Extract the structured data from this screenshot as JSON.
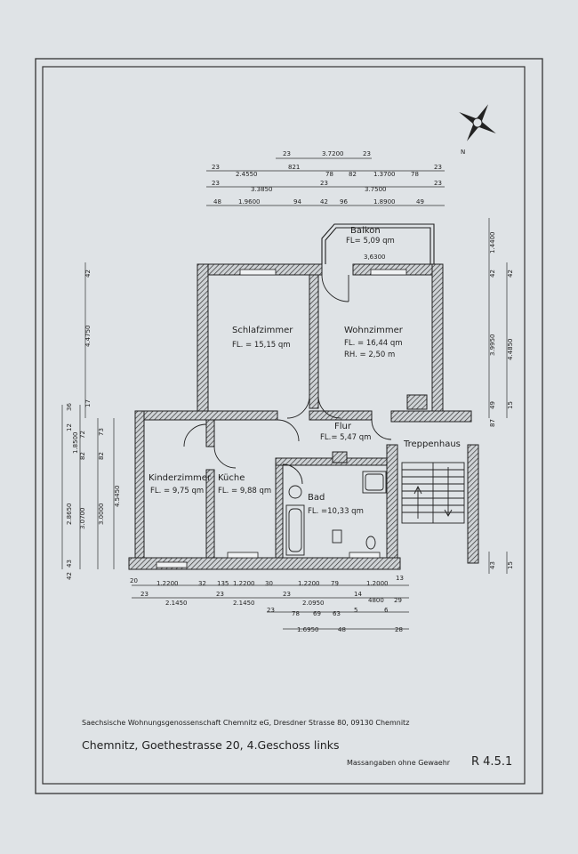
{
  "rooms": {
    "balkon": {
      "name": "Balkon",
      "area": "FL= 5,09 qm",
      "width": "3,6300"
    },
    "schlafzimmer": {
      "name": "Schlafzimmer",
      "area": "FL. = 15,15 qm"
    },
    "wohnzimmer": {
      "name": "Wohnzimmer",
      "area": "FL. = 16,44 qm",
      "height": "RH. = 2,50 m"
    },
    "flur": {
      "name": "Flur",
      "area": "FL.= 5,47 qm"
    },
    "treppenhaus": {
      "name": "Treppenhaus"
    },
    "kinderzimmer": {
      "name": "Kinderzimmer",
      "area": "FL. = 9,75 qm"
    },
    "kueche": {
      "name": "Küche",
      "area": "FL. = 9,88 qm"
    },
    "bad": {
      "name": "Bad",
      "area": "FL. =10,33 qm"
    }
  },
  "top_dimensions": {
    "row1": [
      "23",
      "3.7200",
      "23"
    ],
    "row2": [
      "23",
      "2.4550",
      "821",
      "78",
      "82",
      "1.3700",
      "78",
      "23"
    ],
    "row3": [
      "23",
      "3.3850",
      "23",
      "3.7500",
      "23"
    ],
    "row4": [
      "48",
      "1.9600",
      "94",
      "42",
      "96",
      "1.8900",
      "49"
    ]
  },
  "left_dimensions": {
    "outer": [
      "42",
      "4.4750",
      "17",
      "36",
      "12"
    ],
    "inner": [
      "2.8650",
      "43",
      "3.0700",
      "3.0000",
      "4.5450",
      "82",
      "72",
      "73",
      "1.8500",
      "82",
      "42"
    ]
  },
  "right_dimensions": [
    "1.4400",
    "42",
    "3.9950",
    "4.4850",
    "42",
    "49",
    "15",
    "87",
    "43",
    "15"
  ],
  "bottom_dimensions": {
    "row1": [
      "20",
      "1.2200",
      "32",
      "135",
      "1.2200",
      "30",
      "1.2200",
      "79",
      "1.2000",
      "13"
    ],
    "row2": [
      "23",
      "2.1450",
      "23",
      "2.1450",
      "23",
      "2.0950",
      "14",
      "4800",
      "29"
    ],
    "row3": [
      "23",
      "78",
      "69",
      "63",
      "5",
      "6"
    ],
    "row4": [
      "1.6950",
      "48",
      "28"
    ]
  },
  "footer": {
    "cooperative": "Saechsische Wohnungsgenossenschaft Chemnitz eG, Dresdner Strasse 80, 09130 Chemnitz",
    "address": "Chemnitz, Goethestrasse 20, 4.Geschoss links",
    "note": "Massangaben ohne Gewaehr",
    "ref": "R 4.5.1"
  },
  "compass": {
    "label": "N"
  },
  "colors": {
    "paper": "#dfe3e6",
    "ink": "#2a2a2a",
    "hatch": "#3a3a3a"
  }
}
